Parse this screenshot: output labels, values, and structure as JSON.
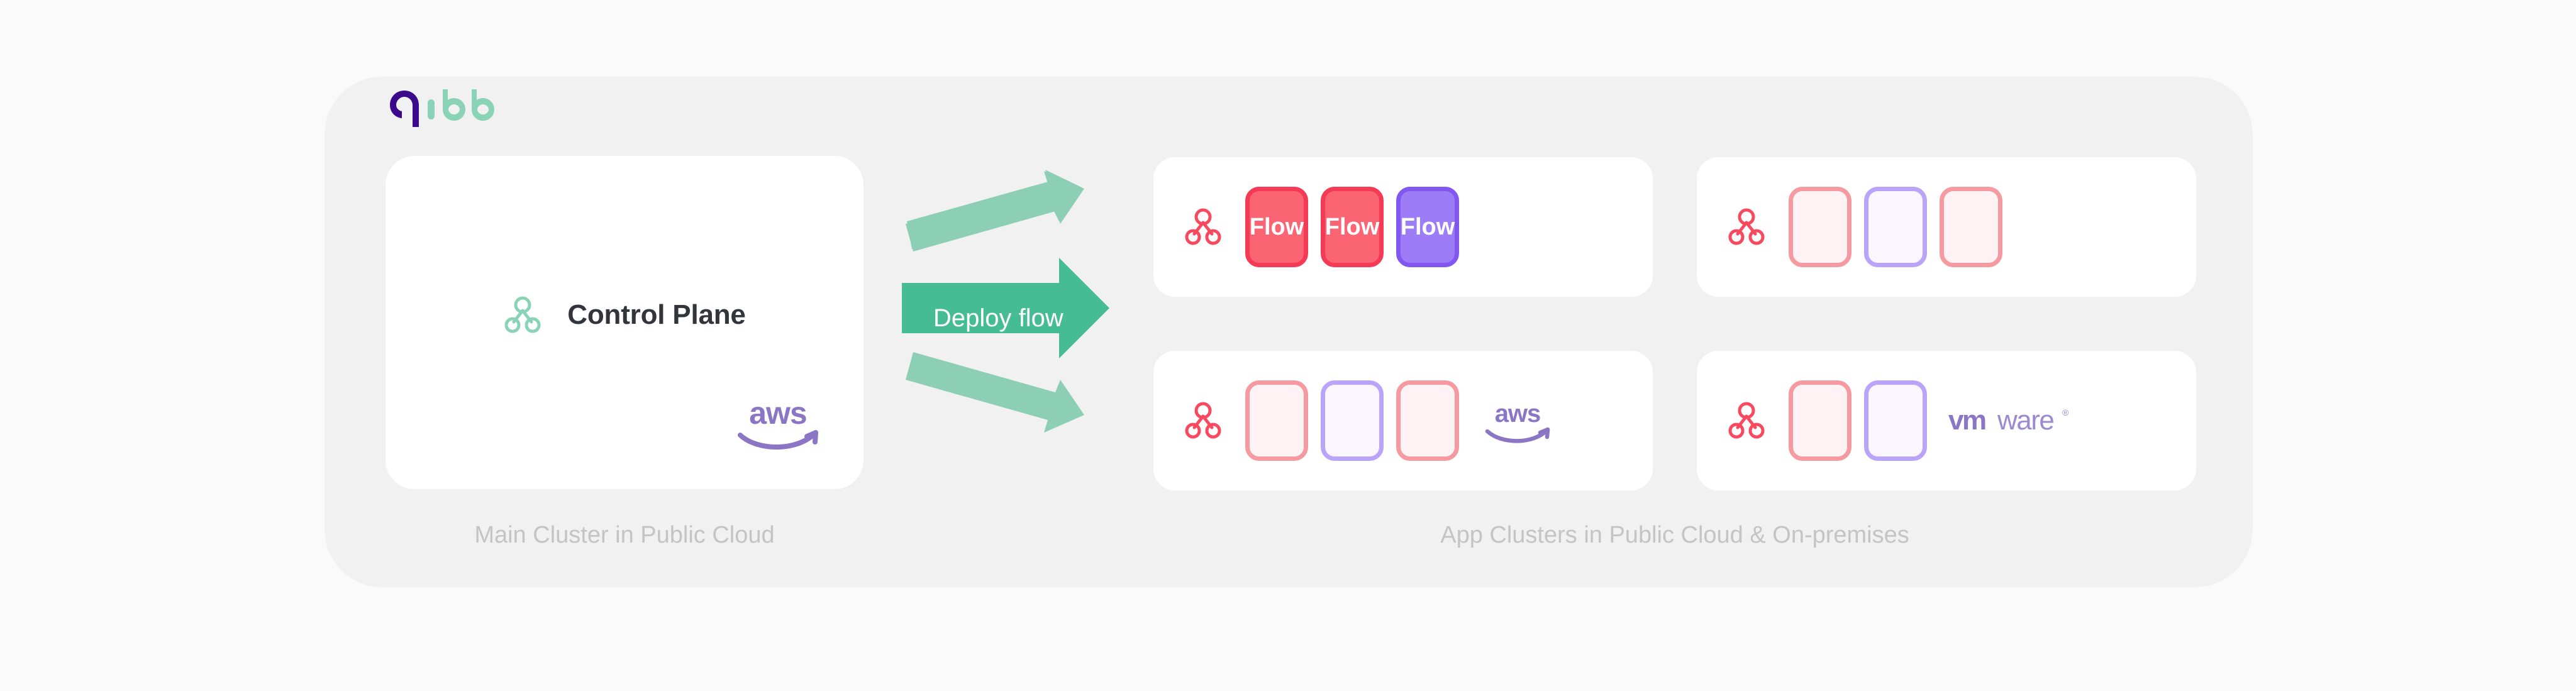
{
  "brand": {
    "logo_text": "qibb",
    "logo_q_color": "#3b0a8c",
    "logo_ibb_color": "#8ad3b6"
  },
  "colors": {
    "page_background": "#fafafa",
    "panel_background": "#f1f1f1",
    "card_background": "#ffffff",
    "arrow_light": "#8ccfb5",
    "arrow_dark": "#46bc94",
    "flow_red_fill": "#fb6472",
    "flow_red_border": "#f43a55",
    "flow_purple_fill": "#9d7cf8",
    "flow_purple_border": "#8257f0",
    "empty_red_border": "#f69aa2",
    "empty_purple_border": "#b9a4f9",
    "cluster_icon_green": "#8ad3b6",
    "cluster_icon_red": "#f8495f",
    "aws_purple": "#8b76c6",
    "vmware_purple": "#8b76c6",
    "title_text": "#32363b",
    "caption_text": "#c4c4c4"
  },
  "control_plane": {
    "title": "Control Plane",
    "icon": "cluster-icon",
    "cloud_logo": "aws"
  },
  "arrows": {
    "deploy_label": "Deploy flow",
    "count": 3,
    "directions": [
      "up-right",
      "right",
      "down-right"
    ]
  },
  "app_clusters": [
    {
      "id": "app-cluster-top-left",
      "icon": "cluster-icon",
      "cloud_logo": null,
      "boxes": [
        {
          "label": "Flow",
          "style": "red"
        },
        {
          "label": "Flow",
          "style": "red"
        },
        {
          "label": "Flow",
          "style": "purple"
        }
      ]
    },
    {
      "id": "app-cluster-top-right",
      "icon": "cluster-icon",
      "cloud_logo": null,
      "boxes": [
        {
          "label": "",
          "style": "empty-red"
        },
        {
          "label": "",
          "style": "empty-purple"
        },
        {
          "label": "",
          "style": "empty-red"
        }
      ]
    },
    {
      "id": "app-cluster-bottom-left",
      "icon": "cluster-icon",
      "cloud_logo": "aws",
      "boxes": [
        {
          "label": "",
          "style": "empty-red"
        },
        {
          "label": "",
          "style": "empty-purple"
        },
        {
          "label": "",
          "style": "empty-red"
        }
      ]
    },
    {
      "id": "app-cluster-bottom-right",
      "icon": "cluster-icon",
      "cloud_logo": "vmware",
      "boxes": [
        {
          "label": "",
          "style": "empty-red"
        },
        {
          "label": "",
          "style": "empty-purple"
        }
      ]
    }
  ],
  "captions": {
    "main": "Main Cluster in Public Cloud",
    "app": "App Clusters in Public Cloud & On-premises"
  },
  "logos": {
    "aws_text": "aws",
    "vmware_bold": "vm",
    "vmware_light": "ware",
    "vmware_mark": "®"
  }
}
